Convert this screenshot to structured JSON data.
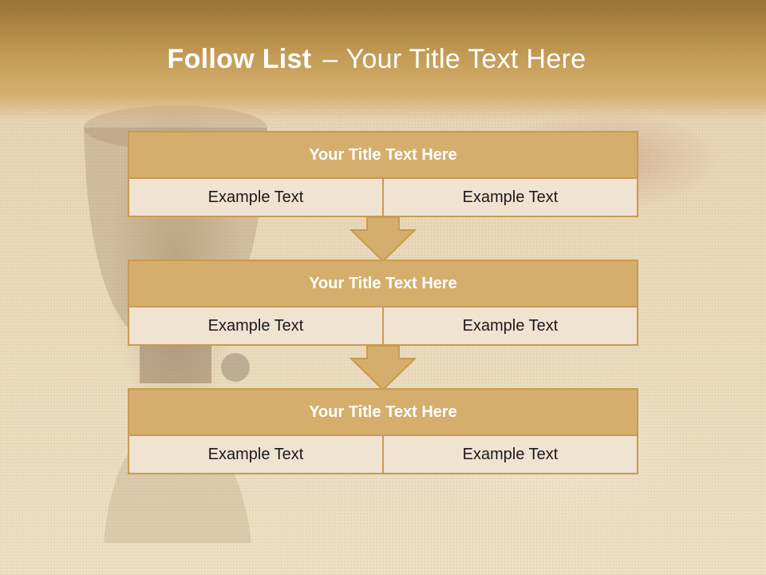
{
  "slide": {
    "title_bold": "Follow List",
    "title_separator": "–",
    "title_rest": "Your Title Text Here"
  },
  "blocks": [
    {
      "title": "Your Title Text Here",
      "cells": [
        "Example Text",
        "Example Text"
      ]
    },
    {
      "title": "Your Title Text Here",
      "cells": [
        "Example Text",
        "Example Text"
      ]
    },
    {
      "title": "Your Title Text Here",
      "cells": [
        "Example Text",
        "Example Text"
      ]
    }
  ],
  "colors": {
    "header": "#c29a55",
    "block_title": "#d5ae6e",
    "cell": "#f0e3d1",
    "border": "#c99a4f"
  },
  "icons": [
    "down-arrow-icon",
    "down-arrow-icon"
  ]
}
